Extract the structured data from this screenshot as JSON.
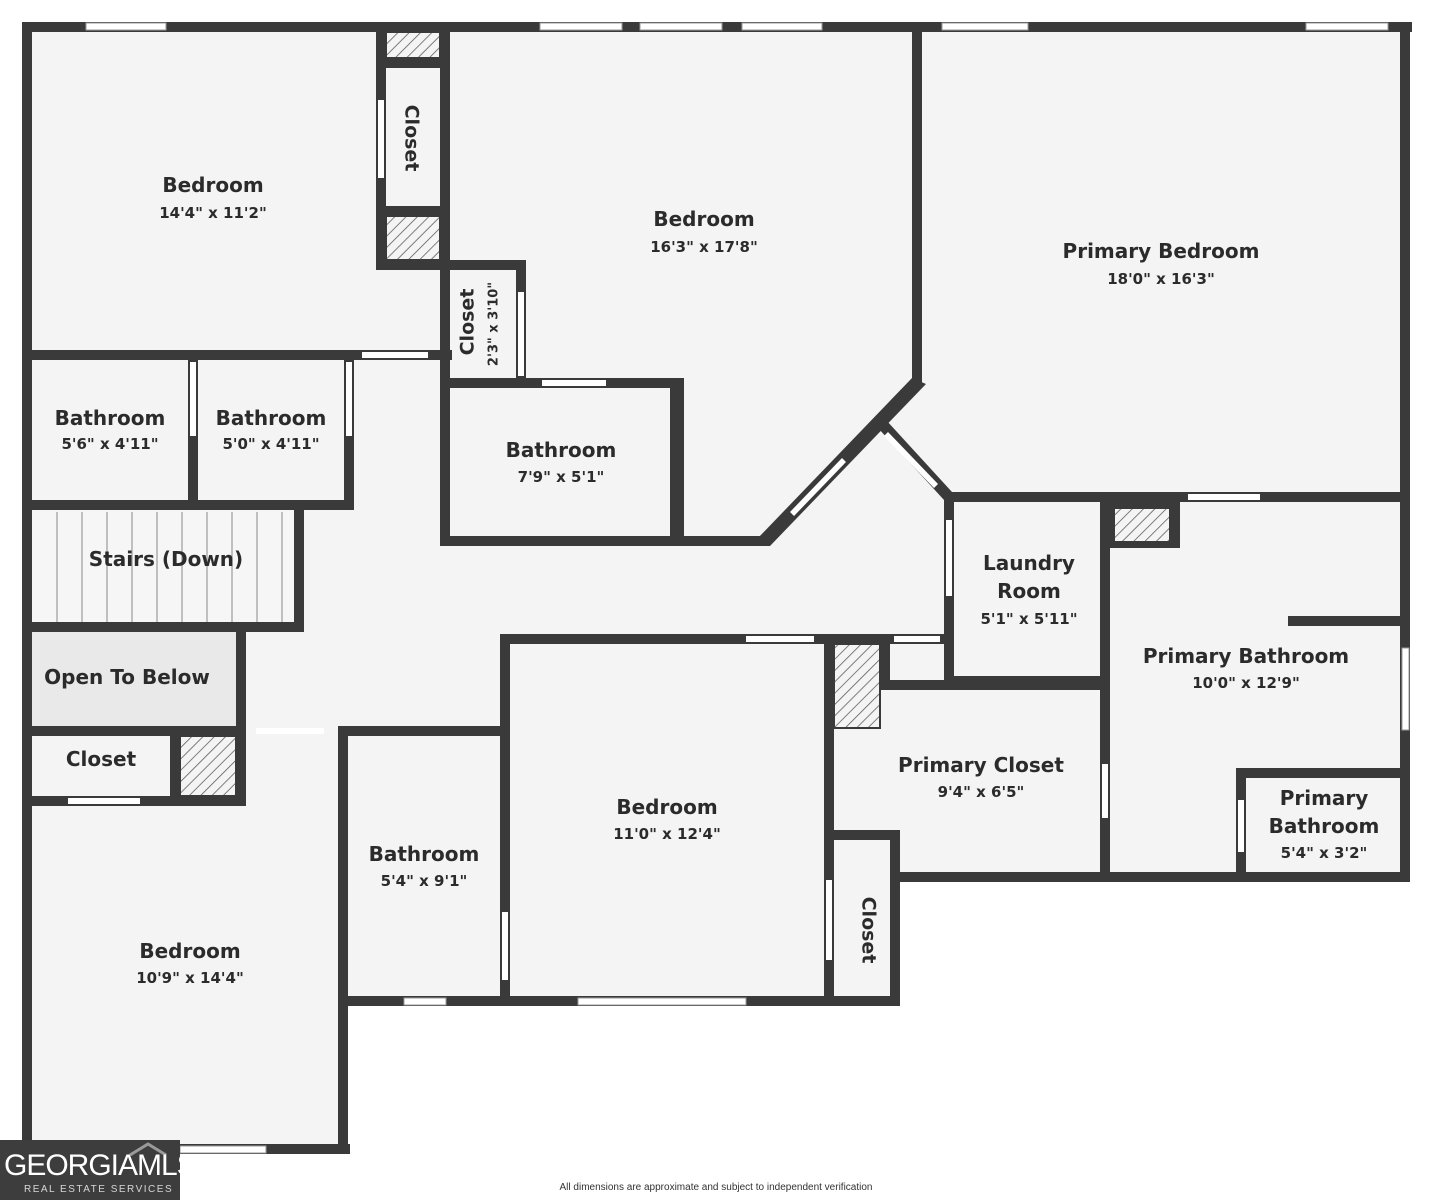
{
  "rooms": [
    {
      "id": "bedroom-nw",
      "name": "Bedroom",
      "dims": "14'4\" x 11'2\""
    },
    {
      "id": "closet-upper",
      "name": "Closet",
      "dims": ""
    },
    {
      "id": "bedroom-center",
      "name": "Bedroom",
      "dims": "16'3\" x 17'8\""
    },
    {
      "id": "closet-small",
      "name": "Closet",
      "dims": "2'3\" x 3'10\""
    },
    {
      "id": "primary-bedroom",
      "name": "Primary Bedroom",
      "dims": "18'0\" x 16'3\""
    },
    {
      "id": "bathroom-a",
      "name": "Bathroom",
      "dims": "5'6\" x 4'11\""
    },
    {
      "id": "bathroom-b",
      "name": "Bathroom",
      "dims": "5'0\" x 4'11\""
    },
    {
      "id": "bathroom-c",
      "name": "Bathroom",
      "dims": "7'9\" x 5'1\""
    },
    {
      "id": "stairs",
      "name": "Stairs (Down)",
      "dims": ""
    },
    {
      "id": "laundry",
      "name": "Laundry Room",
      "name_lines": [
        "Laundry",
        "Room"
      ],
      "dims": "5'1\" x 5'11\""
    },
    {
      "id": "open-below",
      "name": "Open To Below",
      "dims": ""
    },
    {
      "id": "primary-bathroom",
      "name": "Primary Bathroom",
      "dims": "10'0\" x 12'9\""
    },
    {
      "id": "closet-left",
      "name": "Closet",
      "dims": ""
    },
    {
      "id": "primary-closet",
      "name": "Primary Closet",
      "dims": "9'4\" x 6'5\""
    },
    {
      "id": "bedroom-south",
      "name": "Bedroom",
      "dims": "11'0\" x 12'4\""
    },
    {
      "id": "bathroom-d",
      "name": "Bathroom",
      "dims": "5'4\" x 9'1\""
    },
    {
      "id": "primary-bath-small",
      "name": "Primary Bathroom",
      "name_lines": [
        "Primary",
        "Bathroom"
      ],
      "dims": "5'4\" x 3'2\""
    },
    {
      "id": "bedroom-sw",
      "name": "Bedroom",
      "dims": "10'9\" x 14'4\""
    },
    {
      "id": "closet-right",
      "name": "Closet",
      "dims": ""
    }
  ],
  "logo": {
    "main": "GEORGIAMLS",
    "sub": "REAL ESTATE SERVICES"
  },
  "footer": {
    "disclaimer": "All dimensions are approximate and subject to independent verification"
  },
  "colors": {
    "wall": "#3a3a3a",
    "floor": "#f4f4f4",
    "logo_bg": "#3d3d3d"
  }
}
